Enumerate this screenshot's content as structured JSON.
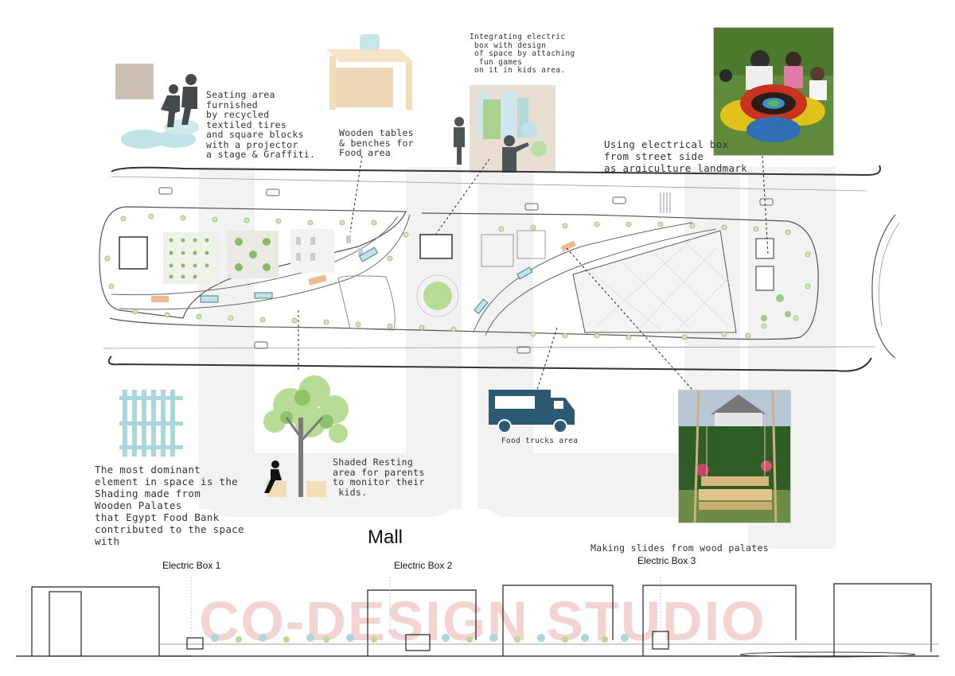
{
  "annotations": {
    "seating": "Seating area\nfurnished\nby recycled\ntextiled tires\nand square blocks\nwith a projector\na stage & Graffiti.",
    "wooden_tables": "Wooden tables\n& benches for\nFood area",
    "electric_box_games": "Integrating electric\n box with design\n of space by attaching\n  fun games\n on it in kids area.",
    "agriculture": "Using electrical box\nfrom street side\nas argiculture landmark",
    "shading": "The most dominant\nelement in space is the\nShading made from\nWooden Palates\nthat Egypt Food Bank\ncontributed to the space\nwith",
    "shaded_resting": "Shaded Resting\narea for parents\nto monitor their\n kids.",
    "food_trucks": "Food trucks area",
    "slides": "Making slides from wood palates"
  },
  "section": {
    "mall_label": "Mall",
    "electric_box_1": "Electric Box 1",
    "electric_box_2": "Electric Box 2",
    "electric_box_3": "Electric Box 3"
  },
  "watermark": {
    "studio": "CO-DESIGN STUDIO"
  },
  "colors": {
    "line": "#2b2b2b",
    "tree_green": "#b7dc95",
    "water_blue": "#a9d7dc",
    "orange": "#f2b98a",
    "gray_fig": "#3e4546",
    "truck": "#2d5a73",
    "watermark_red": "#f3d4d0"
  }
}
